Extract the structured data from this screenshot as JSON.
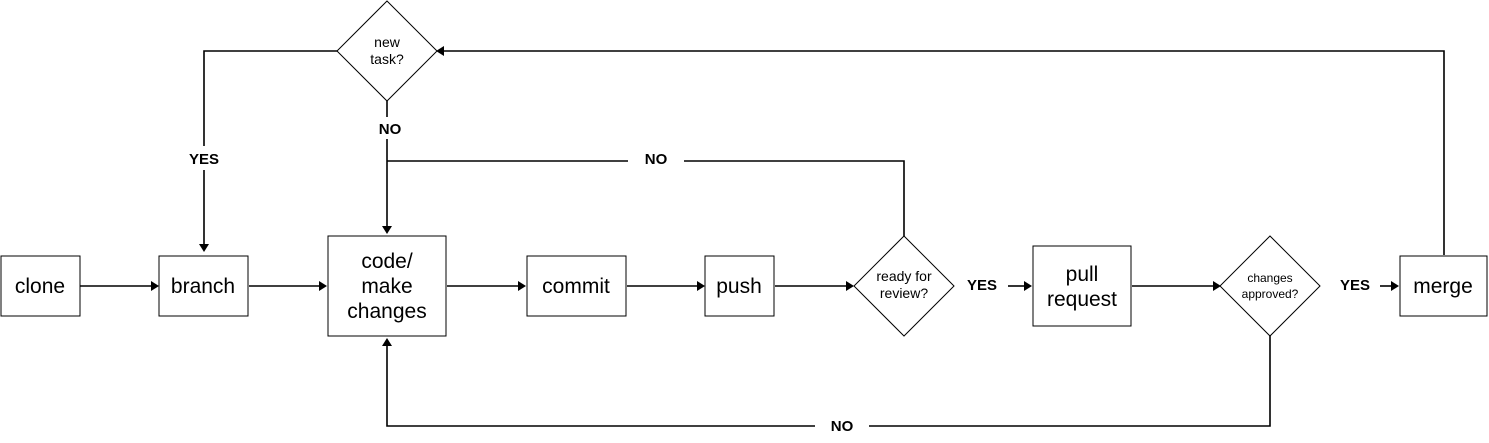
{
  "nodes": {
    "clone": "clone",
    "branch": "branch",
    "code_line1": "code/",
    "code_line2": "make",
    "code_line3": "changes",
    "commit": "commit",
    "push": "push",
    "pull_line1": "pull",
    "pull_line2": "request",
    "merge": "merge"
  },
  "decisions": {
    "new_task_line1": "new",
    "new_task_line2": "task?",
    "ready_line1": "ready for",
    "ready_line2": "review?",
    "approved_line1": "changes",
    "approved_line2": "approved?"
  },
  "edge_labels": {
    "new_task_yes": "YES",
    "new_task_no": "NO",
    "ready_no": "NO",
    "ready_yes": "YES",
    "approved_yes": "YES",
    "approved_no": "NO"
  }
}
